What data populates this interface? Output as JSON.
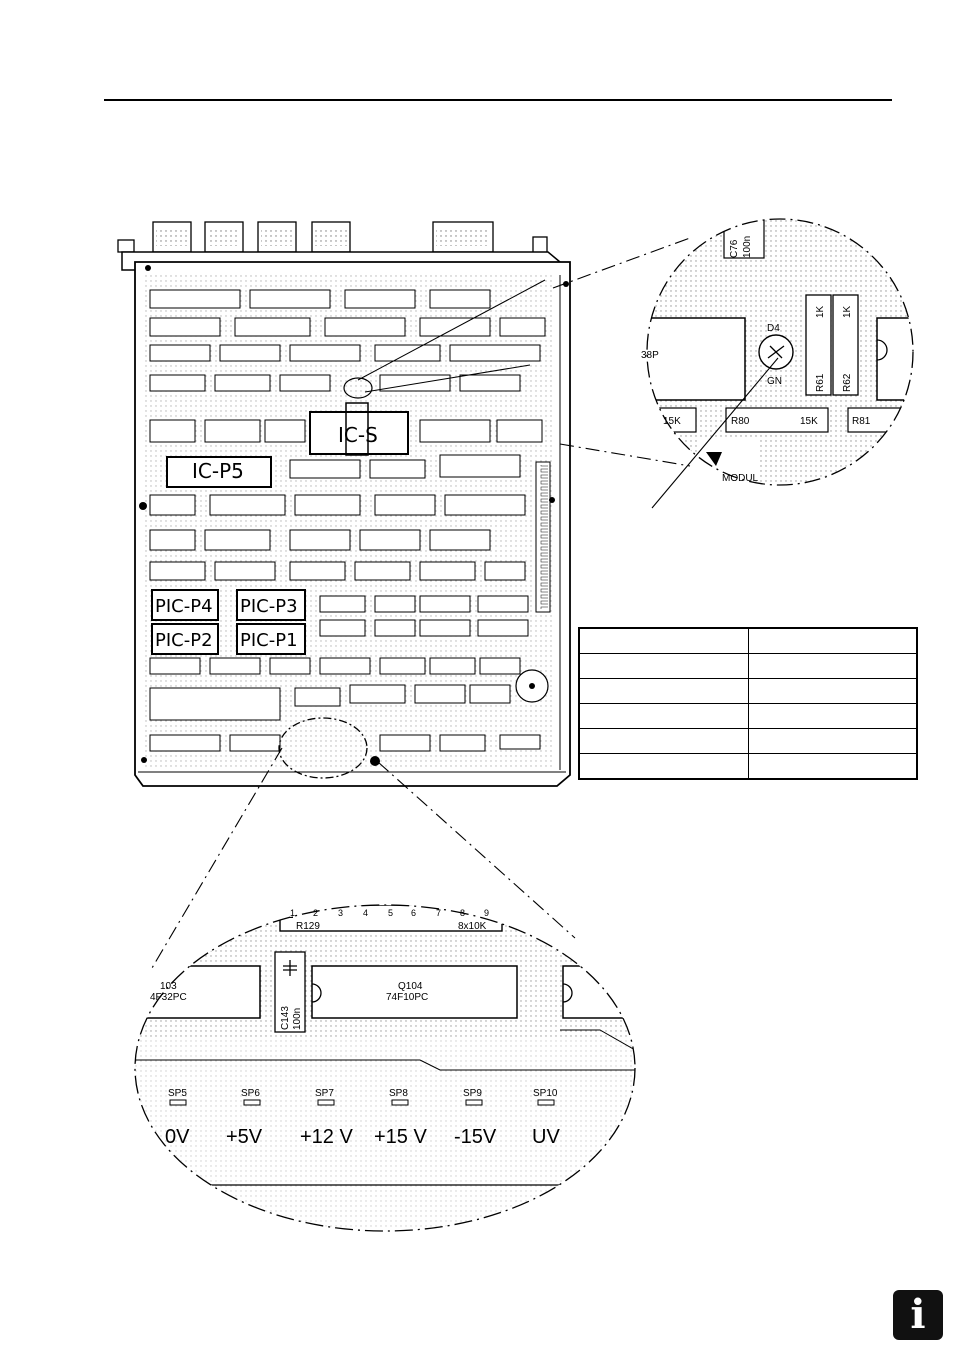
{
  "board": {
    "label_s": "IC-S",
    "label_p5": "IC-P5",
    "label_p4": "PIC-P4",
    "label_p3": "PIC-P3",
    "label_p2": "PIC-P2",
    "label_p1": "PIC-P1"
  },
  "detail_top": {
    "c76": "C76",
    "c76_val": "100n",
    "r61": "R61",
    "r62": "R62",
    "r61_val": "1K",
    "r62_val": "1K",
    "d4": "D4",
    "gn": "GN",
    "r80": "R80",
    "r80_val": "15K",
    "r81": "R81",
    "left_15k": "15K",
    "partial_left": "38P",
    "modul": "MODUL"
  },
  "detail_bottom": {
    "pin_numbers": [
      "1",
      "2",
      "3",
      "4",
      "5",
      "6",
      "7",
      "8",
      "9"
    ],
    "r129": "R129",
    "r129_val": "8x10K",
    "ic103": "103",
    "ic103_type": "4F32PC",
    "c143": "C143",
    "c143_val": "100n",
    "q104": "Q104",
    "q104_type": "74F10PC",
    "test_points": [
      {
        "sp": "SP5",
        "voltage": "0V"
      },
      {
        "sp": "SP6",
        "voltage": "+5V"
      },
      {
        "sp": "SP7",
        "voltage": "+12 V"
      },
      {
        "sp": "SP8",
        "voltage": "+15 V"
      },
      {
        "sp": "SP9",
        "voltage": "-15V"
      },
      {
        "sp": "SP10",
        "voltage": "UV"
      }
    ]
  },
  "table": {
    "rows": [
      [
        "",
        ""
      ],
      [
        "",
        ""
      ],
      [
        "",
        ""
      ],
      [
        "",
        ""
      ],
      [
        "",
        ""
      ],
      [
        "",
        ""
      ]
    ]
  },
  "info_icon": {
    "glyph": "i"
  }
}
